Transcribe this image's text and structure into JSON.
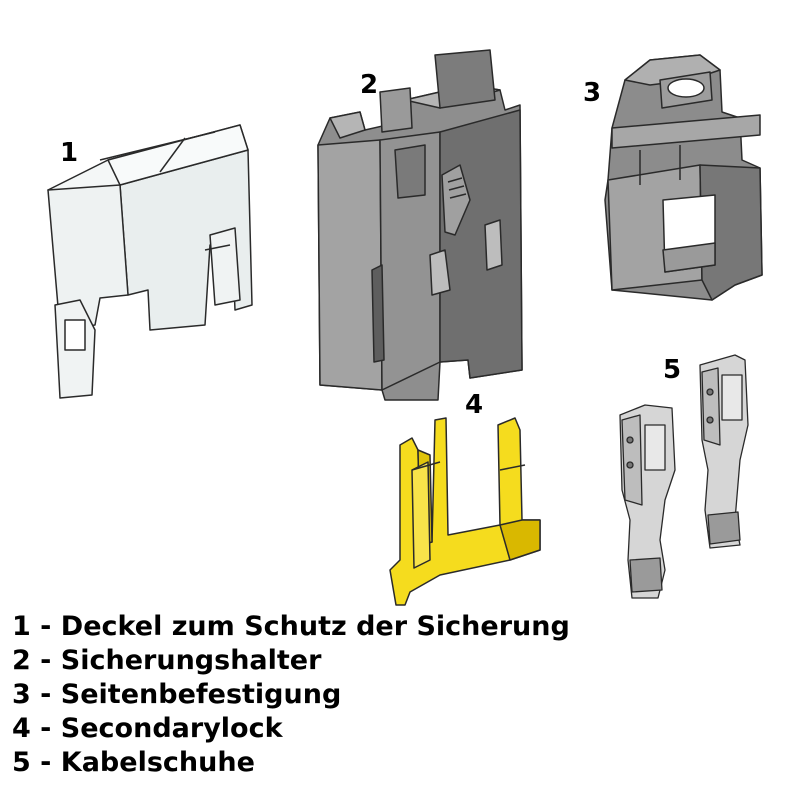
{
  "colors": {
    "transparent_body": "#eef2f2",
    "outline": "#2a2a2a",
    "holder_gray": "#8e8e8e",
    "holder_dark": "#6e6e6e",
    "holder_light": "#a9a9a9",
    "lock_yellow": "#f5dc1e",
    "lock_shade": "#d9b800",
    "metal": "#d4d4d4",
    "metal_dark": "#9a9a9a"
  },
  "parts": [
    {
      "number": "1",
      "name": "cover",
      "icon": "transparent-fuse-cover-icon"
    },
    {
      "number": "2",
      "name": "fuse-holder",
      "icon": "gray-fuse-holder-icon"
    },
    {
      "number": "3",
      "name": "side-mount",
      "icon": "side-mount-bracket-icon"
    },
    {
      "number": "4",
      "name": "secondary-lock",
      "icon": "yellow-secondary-lock-icon"
    },
    {
      "number": "5",
      "name": "terminals",
      "icon": "crimp-terminal-icon"
    }
  ],
  "legend": [
    "1 - Deckel zum Schutz der Sicherung",
    "2 - Sicherungshalter",
    "3 - Seitenbefestigung",
    "4 - Secondarylock",
    "5 - Kabelschuhe"
  ]
}
